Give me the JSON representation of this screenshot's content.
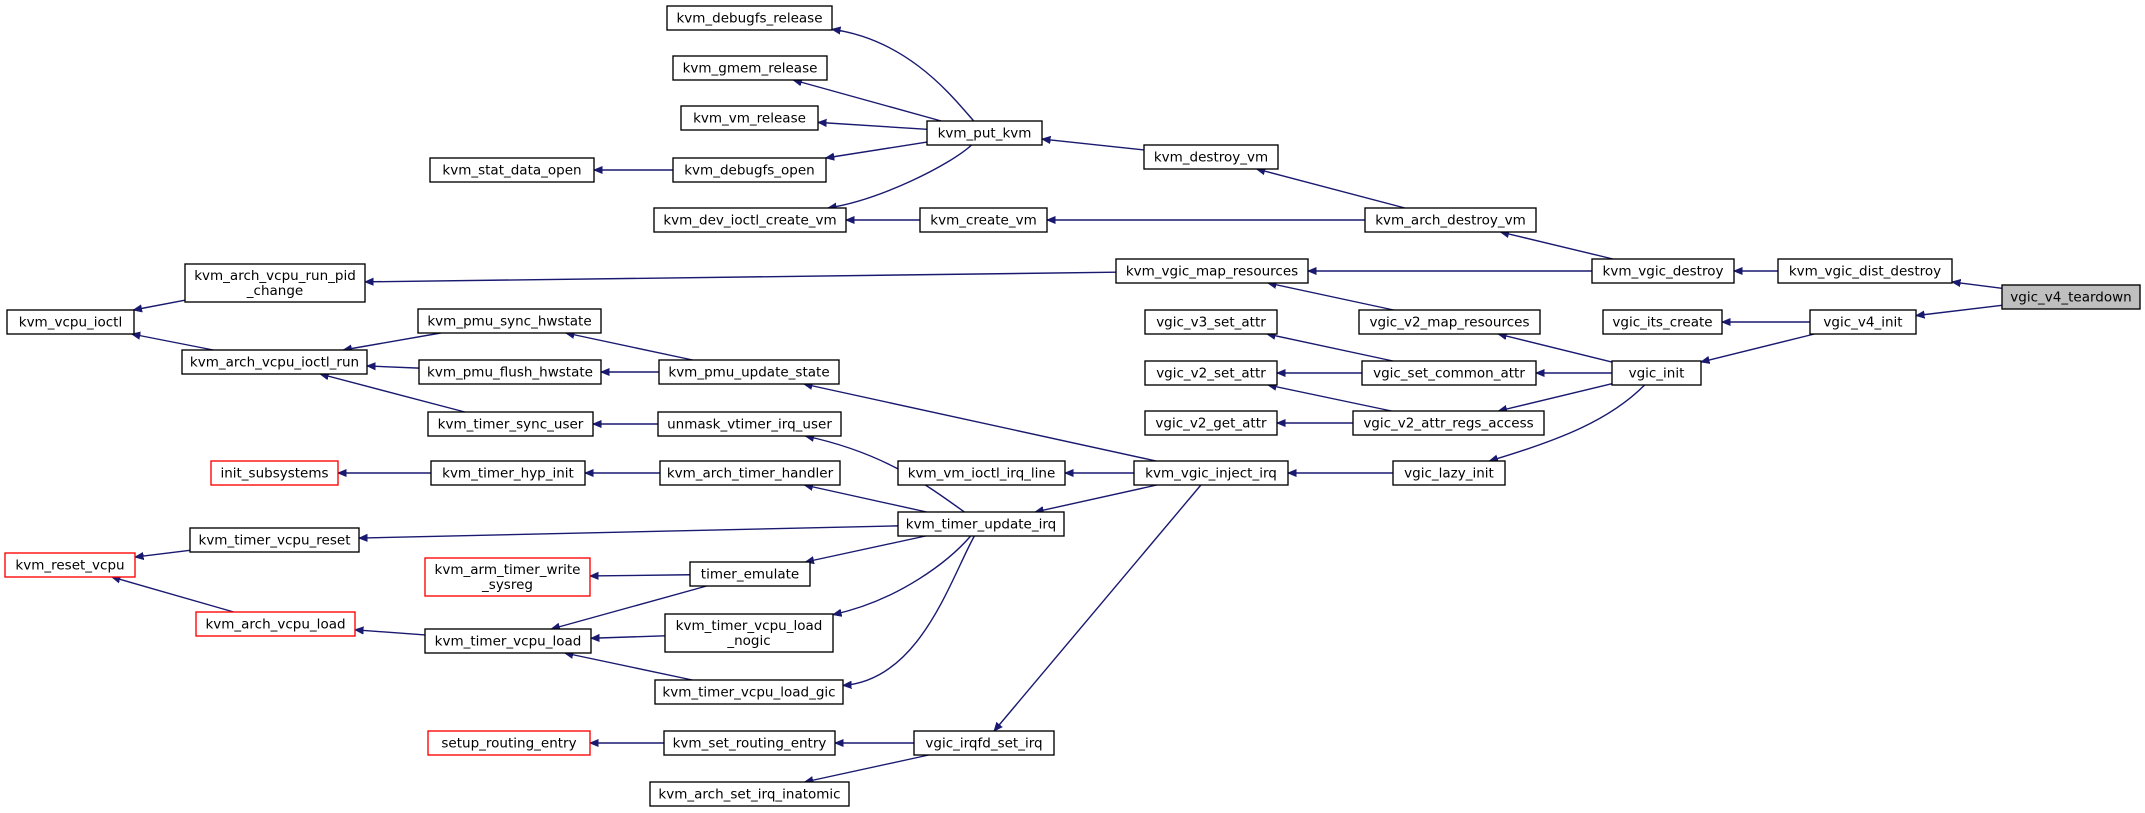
{
  "graph": {
    "root": "vgic_v4_teardown",
    "colors": {
      "edge": "#191970",
      "node_border": "#000000",
      "incomplete_border": "#ff0000",
      "root_fill": "#bfbfbf",
      "node_fill": "#ffffff"
    },
    "nodes": [
      {
        "id": "vgic_v4_teardown",
        "lines": [
          "vgic_v4_teardown"
        ],
        "style": "root"
      },
      {
        "id": "kvm_vgic_dist_destroy",
        "lines": [
          "kvm_vgic_dist_destroy"
        ]
      },
      {
        "id": "vgic_v4_init",
        "lines": [
          "vgic_v4_init"
        ]
      },
      {
        "id": "kvm_vgic_destroy",
        "lines": [
          "kvm_vgic_destroy"
        ]
      },
      {
        "id": "vgic_its_create",
        "lines": [
          "vgic_its_create"
        ]
      },
      {
        "id": "vgic_init",
        "lines": [
          "vgic_init"
        ]
      },
      {
        "id": "kvm_arch_destroy_vm",
        "lines": [
          "kvm_arch_destroy_vm"
        ]
      },
      {
        "id": "kvm_vgic_map_resources",
        "lines": [
          "kvm_vgic_map_resources"
        ]
      },
      {
        "id": "vgic_v2_map_resources",
        "lines": [
          "vgic_v2_map_resources"
        ]
      },
      {
        "id": "vgic_set_common_attr",
        "lines": [
          "vgic_set_common_attr"
        ]
      },
      {
        "id": "vgic_v2_attr_regs_access",
        "lines": [
          "vgic_v2_attr_regs_access"
        ]
      },
      {
        "id": "vgic_lazy_init",
        "lines": [
          "vgic_lazy_init"
        ]
      },
      {
        "id": "kvm_destroy_vm",
        "lines": [
          "kvm_destroy_vm"
        ]
      },
      {
        "id": "kvm_create_vm",
        "lines": [
          "kvm_create_vm"
        ]
      },
      {
        "id": "kvm_put_kvm",
        "lines": [
          "kvm_put_kvm"
        ]
      },
      {
        "id": "kvm_debugfs_release",
        "lines": [
          "kvm_debugfs_release"
        ]
      },
      {
        "id": "kvm_gmem_release",
        "lines": [
          "kvm_gmem_release"
        ]
      },
      {
        "id": "kvm_vm_release",
        "lines": [
          "kvm_vm_release"
        ]
      },
      {
        "id": "kvm_debugfs_open",
        "lines": [
          "kvm_debugfs_open"
        ]
      },
      {
        "id": "kvm_stat_data_open",
        "lines": [
          "kvm_stat_data_open"
        ]
      },
      {
        "id": "kvm_dev_ioctl_create_vm",
        "lines": [
          "kvm_dev_ioctl_create_vm"
        ]
      },
      {
        "id": "vgic_v3_set_attr",
        "lines": [
          "vgic_v3_set_attr"
        ]
      },
      {
        "id": "vgic_v2_set_attr",
        "lines": [
          "vgic_v2_set_attr"
        ]
      },
      {
        "id": "vgic_v2_get_attr",
        "lines": [
          "vgic_v2_get_attr"
        ]
      },
      {
        "id": "kvm_vgic_inject_irq",
        "lines": [
          "kvm_vgic_inject_irq"
        ]
      },
      {
        "id": "kvm_vm_ioctl_irq_line",
        "lines": [
          "kvm_vm_ioctl_irq_line"
        ]
      },
      {
        "id": "kvm_timer_update_irq",
        "lines": [
          "kvm_timer_update_irq"
        ]
      },
      {
        "id": "kvm_pmu_update_state",
        "lines": [
          "kvm_pmu_update_state"
        ]
      },
      {
        "id": "vgic_irqfd_set_irq",
        "lines": [
          "vgic_irqfd_set_irq"
        ]
      },
      {
        "id": "kvm_arch_vcpu_run_pid_change",
        "lines": [
          "kvm_arch_vcpu_run_pid",
          "_change"
        ]
      },
      {
        "id": "kvm_vcpu_ioctl",
        "lines": [
          "kvm_vcpu_ioctl"
        ]
      },
      {
        "id": "kvm_arch_vcpu_ioctl_run",
        "lines": [
          "kvm_arch_vcpu_ioctl_run"
        ]
      },
      {
        "id": "kvm_pmu_sync_hwstate",
        "lines": [
          "kvm_pmu_sync_hwstate"
        ]
      },
      {
        "id": "kvm_pmu_flush_hwstate",
        "lines": [
          "kvm_pmu_flush_hwstate"
        ]
      },
      {
        "id": "kvm_timer_sync_user",
        "lines": [
          "kvm_timer_sync_user"
        ]
      },
      {
        "id": "unmask_vtimer_irq_user",
        "lines": [
          "unmask_vtimer_irq_user"
        ]
      },
      {
        "id": "init_subsystems",
        "lines": [
          "init_subsystems"
        ],
        "style": "incomplete"
      },
      {
        "id": "kvm_timer_hyp_init",
        "lines": [
          "kvm_timer_hyp_init"
        ]
      },
      {
        "id": "kvm_arch_timer_handler",
        "lines": [
          "kvm_arch_timer_handler"
        ]
      },
      {
        "id": "kvm_timer_vcpu_reset",
        "lines": [
          "kvm_timer_vcpu_reset"
        ]
      },
      {
        "id": "kvm_reset_vcpu",
        "lines": [
          "kvm_reset_vcpu"
        ],
        "style": "incomplete"
      },
      {
        "id": "kvm_arm_timer_write_sysreg",
        "lines": [
          "kvm_arm_timer_write",
          "_sysreg"
        ],
        "style": "incomplete"
      },
      {
        "id": "timer_emulate",
        "lines": [
          "timer_emulate"
        ]
      },
      {
        "id": "kvm_arch_vcpu_load",
        "lines": [
          "kvm_arch_vcpu_load"
        ],
        "style": "incomplete"
      },
      {
        "id": "kvm_timer_vcpu_load",
        "lines": [
          "kvm_timer_vcpu_load"
        ]
      },
      {
        "id": "kvm_timer_vcpu_load_nogic",
        "lines": [
          "kvm_timer_vcpu_load",
          "_nogic"
        ]
      },
      {
        "id": "kvm_timer_vcpu_load_gic",
        "lines": [
          "kvm_timer_vcpu_load_gic"
        ]
      },
      {
        "id": "setup_routing_entry",
        "lines": [
          "setup_routing_entry"
        ],
        "style": "incomplete"
      },
      {
        "id": "kvm_set_routing_entry",
        "lines": [
          "kvm_set_routing_entry"
        ]
      },
      {
        "id": "kvm_arch_set_irq_inatomic",
        "lines": [
          "kvm_arch_set_irq_inatomic"
        ]
      }
    ],
    "edges": [
      {
        "from": "kvm_vgic_dist_destroy",
        "to": "vgic_v4_teardown"
      },
      {
        "from": "vgic_v4_init",
        "to": "vgic_v4_teardown"
      },
      {
        "from": "kvm_vgic_destroy",
        "to": "kvm_vgic_dist_destroy"
      },
      {
        "from": "vgic_its_create",
        "to": "vgic_v4_init"
      },
      {
        "from": "vgic_init",
        "to": "vgic_v4_init"
      },
      {
        "from": "kvm_arch_destroy_vm",
        "to": "kvm_vgic_destroy"
      },
      {
        "from": "kvm_vgic_map_resources",
        "to": "kvm_vgic_destroy"
      },
      {
        "from": "kvm_destroy_vm",
        "to": "kvm_arch_destroy_vm"
      },
      {
        "from": "kvm_create_vm",
        "to": "kvm_arch_destroy_vm"
      },
      {
        "from": "kvm_put_kvm",
        "to": "kvm_destroy_vm"
      },
      {
        "from": "kvm_debugfs_release",
        "to": "kvm_put_kvm"
      },
      {
        "from": "kvm_gmem_release",
        "to": "kvm_put_kvm"
      },
      {
        "from": "kvm_vm_release",
        "to": "kvm_put_kvm"
      },
      {
        "from": "kvm_debugfs_open",
        "to": "kvm_put_kvm"
      },
      {
        "from": "kvm_dev_ioctl_create_vm",
        "to": "kvm_put_kvm"
      },
      {
        "from": "kvm_stat_data_open",
        "to": "kvm_debugfs_open"
      },
      {
        "from": "kvm_dev_ioctl_create_vm",
        "to": "kvm_create_vm"
      },
      {
        "from": "kvm_arch_vcpu_run_pid_change",
        "to": "kvm_vgic_map_resources"
      },
      {
        "from": "kvm_vcpu_ioctl",
        "to": "kvm_arch_vcpu_run_pid_change"
      },
      {
        "from": "kvm_vcpu_ioctl",
        "to": "kvm_arch_vcpu_ioctl_run"
      },
      {
        "from": "kvm_vgic_map_resources",
        "to": "vgic_v2_map_resources"
      },
      {
        "from": "vgic_v2_map_resources",
        "to": "vgic_init"
      },
      {
        "from": "vgic_set_common_attr",
        "to": "vgic_init"
      },
      {
        "from": "vgic_v2_attr_regs_access",
        "to": "vgic_init"
      },
      {
        "from": "vgic_lazy_init",
        "to": "vgic_init"
      },
      {
        "from": "vgic_v3_set_attr",
        "to": "vgic_set_common_attr"
      },
      {
        "from": "vgic_v2_set_attr",
        "to": "vgic_set_common_attr"
      },
      {
        "from": "vgic_v2_set_attr",
        "to": "vgic_v2_attr_regs_access"
      },
      {
        "from": "vgic_v2_get_attr",
        "to": "vgic_v2_attr_regs_access"
      },
      {
        "from": "kvm_vgic_inject_irq",
        "to": "vgic_lazy_init"
      },
      {
        "from": "kvm_vm_ioctl_irq_line",
        "to": "kvm_vgic_inject_irq"
      },
      {
        "from": "kvm_timer_update_irq",
        "to": "kvm_vgic_inject_irq"
      },
      {
        "from": "kvm_pmu_update_state",
        "to": "kvm_vgic_inject_irq"
      },
      {
        "from": "vgic_irqfd_set_irq",
        "to": "kvm_vgic_inject_irq"
      },
      {
        "from": "kvm_arch_vcpu_ioctl_run",
        "to": "kvm_pmu_sync_hwstate"
      },
      {
        "from": "kvm_arch_vcpu_ioctl_run",
        "to": "kvm_pmu_flush_hwstate"
      },
      {
        "from": "kvm_arch_vcpu_ioctl_run",
        "to": "kvm_timer_sync_user"
      },
      {
        "from": "kvm_pmu_sync_hwstate",
        "to": "kvm_pmu_update_state"
      },
      {
        "from": "kvm_pmu_flush_hwstate",
        "to": "kvm_pmu_update_state"
      },
      {
        "from": "kvm_timer_sync_user",
        "to": "unmask_vtimer_irq_user"
      },
      {
        "from": "unmask_vtimer_irq_user",
        "to": "kvm_timer_update_irq"
      },
      {
        "from": "init_subsystems",
        "to": "kvm_timer_hyp_init"
      },
      {
        "from": "kvm_timer_hyp_init",
        "to": "kvm_arch_timer_handler"
      },
      {
        "from": "kvm_arch_timer_handler",
        "to": "kvm_timer_update_irq"
      },
      {
        "from": "kvm_timer_vcpu_reset",
        "to": "kvm_timer_update_irq"
      },
      {
        "from": "kvm_reset_vcpu",
        "to": "kvm_timer_vcpu_reset"
      },
      {
        "from": "kvm_reset_vcpu",
        "to": "kvm_arch_vcpu_load"
      },
      {
        "from": "kvm_arch_vcpu_load",
        "to": "kvm_timer_vcpu_load"
      },
      {
        "from": "kvm_arm_timer_write_sysreg",
        "to": "timer_emulate"
      },
      {
        "from": "kvm_timer_vcpu_load",
        "to": "timer_emulate"
      },
      {
        "from": "kvm_timer_vcpu_load",
        "to": "kvm_timer_vcpu_load_nogic"
      },
      {
        "from": "kvm_timer_vcpu_load",
        "to": "kvm_timer_vcpu_load_gic"
      },
      {
        "from": "timer_emulate",
        "to": "kvm_timer_update_irq"
      },
      {
        "from": "kvm_timer_vcpu_load_nogic",
        "to": "kvm_timer_update_irq"
      },
      {
        "from": "kvm_timer_vcpu_load_gic",
        "to": "kvm_timer_update_irq"
      },
      {
        "from": "setup_routing_entry",
        "to": "kvm_set_routing_entry"
      },
      {
        "from": "kvm_set_routing_entry",
        "to": "vgic_irqfd_set_irq"
      },
      {
        "from": "kvm_arch_set_irq_inatomic",
        "to": "vgic_irqfd_set_irq"
      }
    ]
  }
}
